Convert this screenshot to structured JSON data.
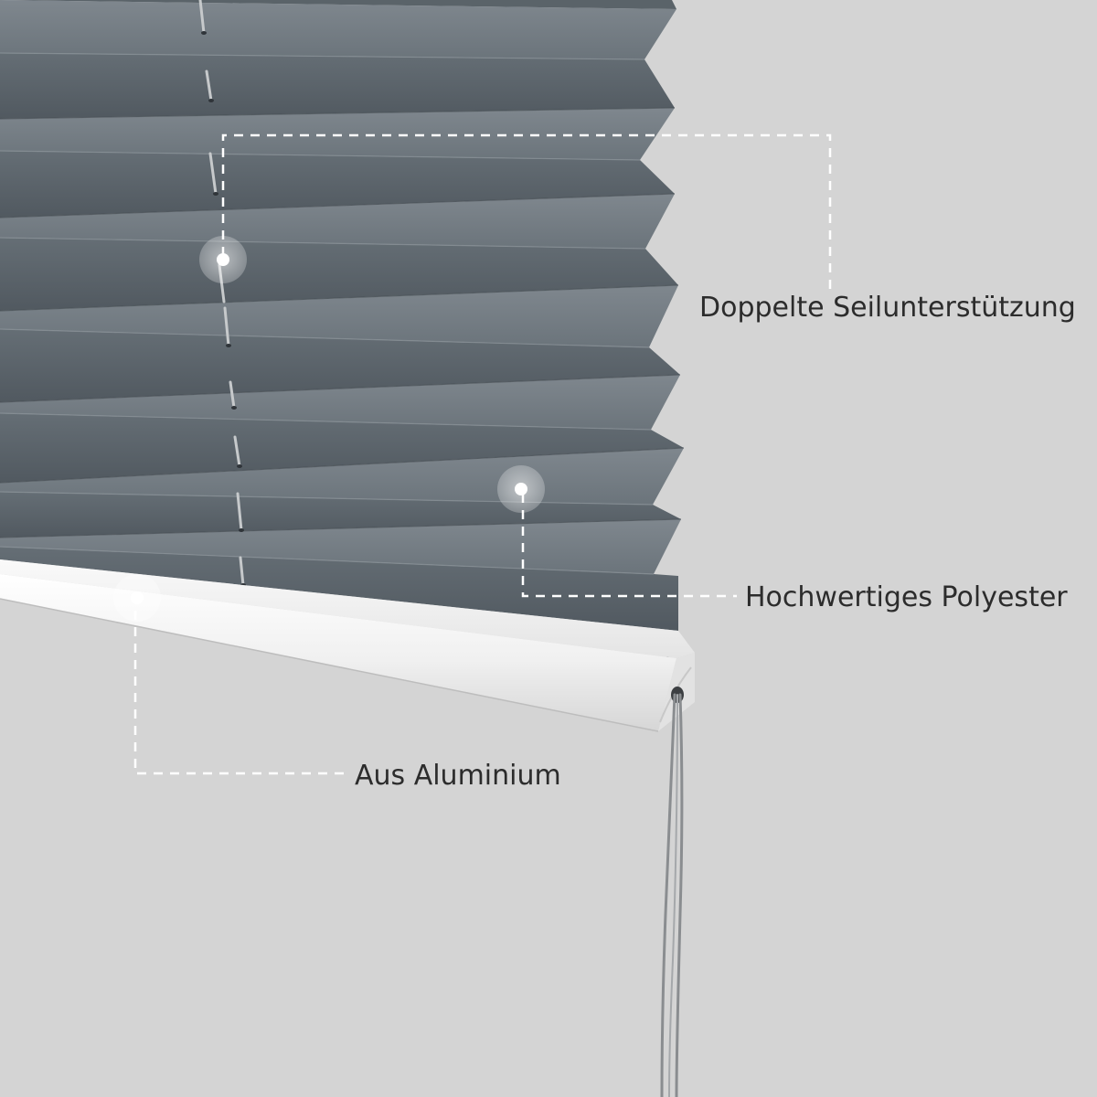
{
  "callouts": {
    "cord_support": {
      "label": "Doppelte Seilunterstützung"
    },
    "fabric": {
      "label": "Hochwertiges Polyester"
    },
    "rail": {
      "label": "Aus Aluminium"
    }
  },
  "colors": {
    "background": "#d4d4d4",
    "fabric": "#6f787f",
    "fabric_shadow": "#4d555b",
    "rail": "#f2f2f2",
    "callout_line": "#ffffff",
    "label_text": "#2c2c2c"
  }
}
